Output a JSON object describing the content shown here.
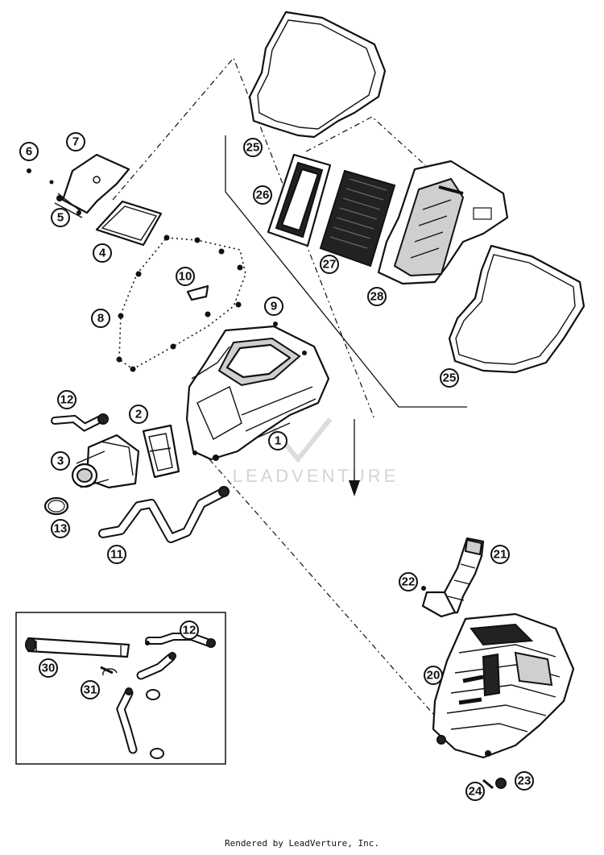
{
  "watermark": "LEADVENTURE",
  "footer": "Rendered by LeadVerture, Inc.",
  "callouts": {
    "c1": "1",
    "c2": "2",
    "c3": "3",
    "c4": "4",
    "c5": "5",
    "c6": "6",
    "c7": "7",
    "c8": "8",
    "c9": "9",
    "c10": "10",
    "c11": "11",
    "c12a": "12",
    "c12b": "12",
    "c13": "13",
    "c20": "20",
    "c21": "21",
    "c22": "22",
    "c23": "23",
    "c24": "24",
    "c25a": "25",
    "c25b": "25",
    "c26": "26",
    "c27": "27",
    "c28": "28",
    "c30": "30",
    "c31": "31"
  }
}
